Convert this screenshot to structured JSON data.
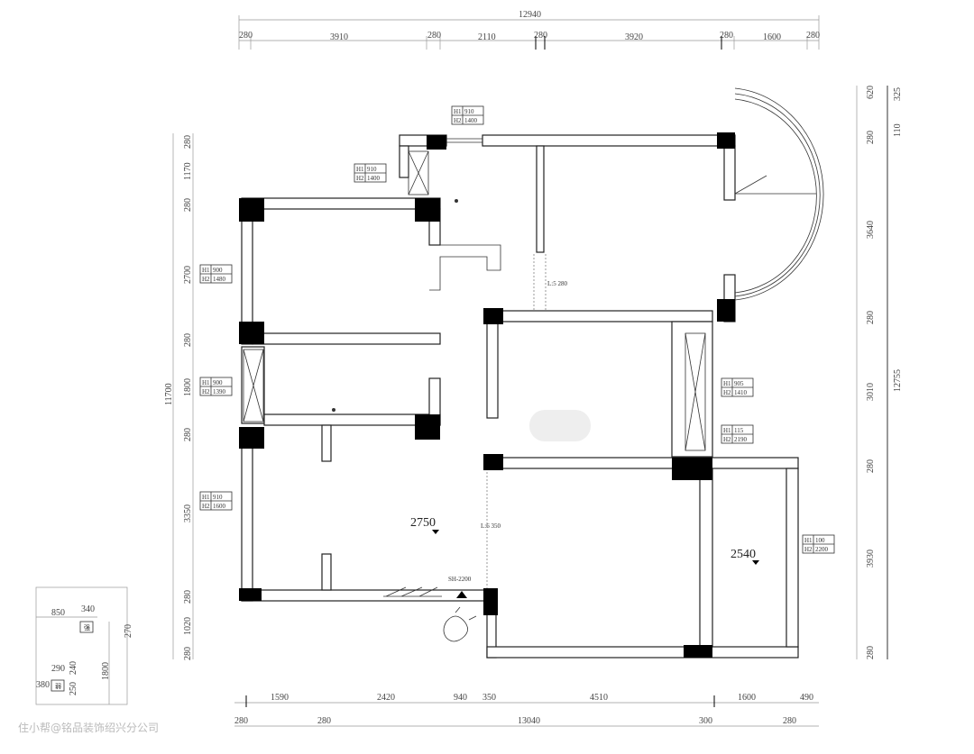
{
  "dimensions": {
    "top_total": "12940",
    "top": [
      "280",
      "3910",
      "280",
      "2110",
      "280",
      "3920",
      "280",
      "1600",
      "280"
    ],
    "left_total": "11700",
    "left": [
      "280",
      "1170",
      "280",
      "2700",
      "280",
      "1800",
      "280",
      "3350",
      "280",
      "1020",
      "280"
    ],
    "right_total": "12755",
    "right_outer": [
      "325",
      "110"
    ],
    "right": [
      "620",
      "280",
      "3640",
      "280",
      "3010",
      "280",
      "3930",
      "280"
    ],
    "bottom_inner": [
      "1590",
      "2420",
      "940",
      "350",
      "4510",
      "1600",
      "490"
    ],
    "bottom_total": "13040",
    "bottom_outer": [
      "280",
      "280",
      "300",
      "280"
    ]
  },
  "window_tags": [
    {
      "h1": "H1",
      "v1": "910",
      "h2": "H2",
      "v2": "1400"
    },
    {
      "h1": "H1",
      "v1": "910",
      "h2": "H2",
      "v2": "1400"
    },
    {
      "h1": "H1",
      "v1": "900",
      "h2": "H2",
      "v2": "1480"
    },
    {
      "h1": "H1",
      "v1": "900",
      "h2": "H2",
      "v2": "1390"
    },
    {
      "h1": "H1",
      "v1": "910",
      "h2": "H2",
      "v2": "1600"
    },
    {
      "h1": "H1",
      "v1": "905",
      "h2": "H2",
      "v2": "1410"
    },
    {
      "h1": "H1",
      "v1": "115",
      "h2": "H2",
      "v2": "2190"
    },
    {
      "h1": "H1",
      "v1": "100",
      "h2": "H2",
      "v2": "2200"
    }
  ],
  "labels": {
    "beam1": "L:5 280",
    "beam2": "L:6 350",
    "door": "SH-2200",
    "elev_living": "2750",
    "elev_bedroom": "2540"
  },
  "inset": {
    "d850": "850",
    "d340": "340",
    "d270": "270",
    "d1800": "1800",
    "d290": "290",
    "d380": "380",
    "d250": "250",
    "d240": "240",
    "box_strong": "强",
    "box_weak": "弱"
  },
  "watermark": "住小帮@铭品装饰绍兴分公司"
}
